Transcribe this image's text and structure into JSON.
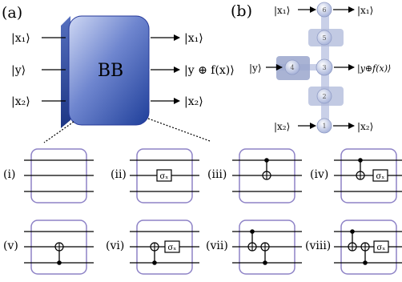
{
  "panel_a": {
    "label": "(a)",
    "box_label": "BB",
    "inputs": [
      "|x₁⟩",
      "|y⟩",
      "|x₂⟩"
    ],
    "outputs": [
      "|x₁⟩",
      "|y ⊕ f(x)⟩",
      "|x₂⟩"
    ]
  },
  "panel_b": {
    "label": "(b)",
    "inputs": [
      "|x₁⟩",
      "|y⟩",
      "|x₂⟩"
    ],
    "outputs": [
      "|x₁⟩",
      "|y⊕f(x)⟩",
      "|x₂⟩"
    ],
    "nodes": [
      "6",
      "5",
      "4",
      "3",
      "2",
      "1"
    ]
  },
  "circuits": [
    {
      "label": "(i)"
    },
    {
      "label": "(ii)",
      "gate": "σₓ"
    },
    {
      "label": "(iii)"
    },
    {
      "label": "(iv)",
      "gate": "σₓ"
    },
    {
      "label": "(v)"
    },
    {
      "label": "(vi)",
      "gate": "σₓ"
    },
    {
      "label": "(vii)"
    },
    {
      "label": "(viii)",
      "gate": "σₓ"
    }
  ],
  "colors": {
    "box_dark": "#1f3f9a",
    "box_light": "#c9d3f2",
    "frame": "#8d82c6",
    "node": "#b9c3e2",
    "nodes_blob": "#9aa6cc"
  }
}
